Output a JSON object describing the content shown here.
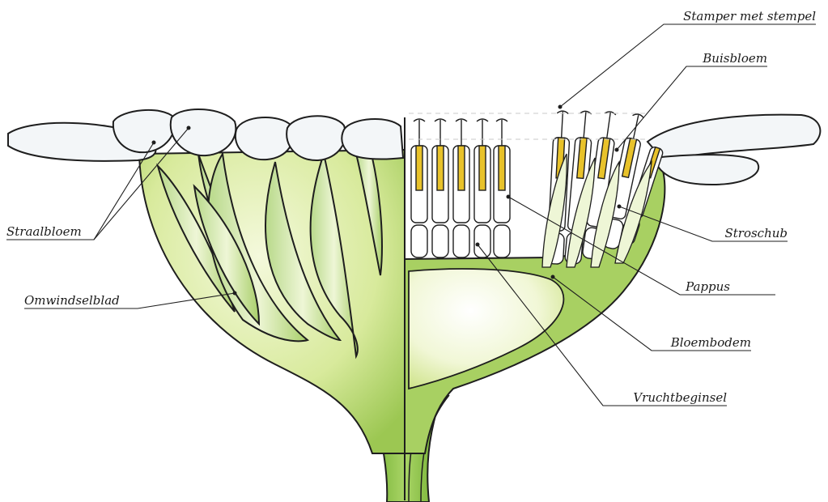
{
  "labels": {
    "stamper": "Stamper met stempel",
    "buisbloem": "Buisbloem",
    "straalbloem": "Straalbloem",
    "stroschub": "Stroschub",
    "omwindselblad": "Omwindselblad",
    "pappus": "Pappus",
    "bloembodem": "Bloembodem",
    "vruchtbeginsel": "Vruchtbeginsel"
  },
  "colors": {
    "receptacle_green": "#9ccc5a",
    "light_green": "#e6f2bf",
    "pale_green": "#f2f8dc",
    "petal_white": "#f3f6f8",
    "petal_shadow": "#d6dde6",
    "yellow": "#e8c22a",
    "outline": "#1e1e1e"
  }
}
